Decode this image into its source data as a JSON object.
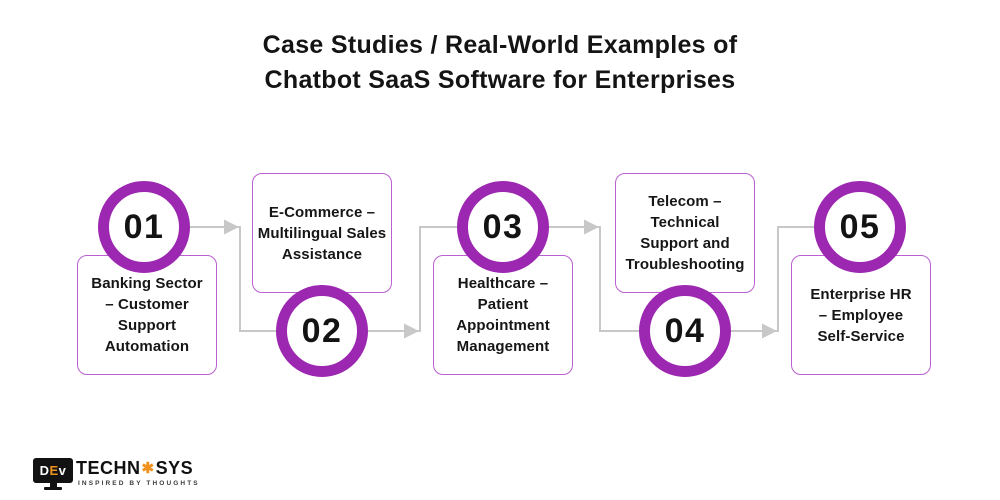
{
  "title": [
    "Case Studies / Real-World Examples of",
    "Chatbot SaaS Software for Enterprises"
  ],
  "steps": [
    {
      "number": "01",
      "label": [
        "Banking Sector",
        "– Customer",
        "Support",
        "Automation"
      ]
    },
    {
      "number": "02",
      "label": [
        "E-Commerce –",
        "Multilingual Sales",
        "Assistance"
      ]
    },
    {
      "number": "03",
      "label": [
        "Healthcare –",
        "Patient",
        "Appointment",
        "Management"
      ]
    },
    {
      "number": "04",
      "label": [
        "Telecom –",
        "Technical",
        "Support and",
        "Troubleshooting"
      ]
    },
    {
      "number": "05",
      "label": [
        "Enterprise HR",
        "– Employee",
        "Self-Service"
      ]
    }
  ],
  "logo": {
    "monitor_letters": [
      "D",
      "E",
      "v"
    ],
    "brand_part1": "TECHN",
    "gear_glyph": "✱",
    "brand_part2": "SYS",
    "tagline": "INSPIRED BY THOUGHTS"
  },
  "colors": {
    "circle_ring": "#9c27b0",
    "box_border": "#bb5fd2",
    "connector": "#c8c8c8",
    "logo_accent": "#f0921e"
  }
}
